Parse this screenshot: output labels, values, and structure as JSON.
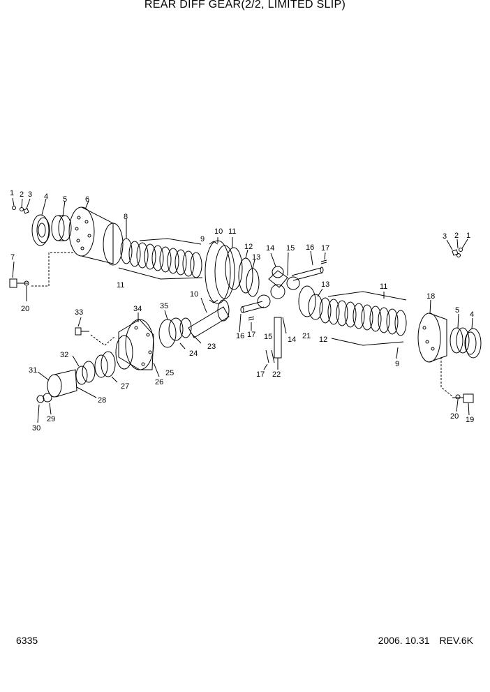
{
  "title": "REAR DIFF GEAR(2/2, LIMITED SLIP)",
  "page_number": "6335",
  "date": "2006. 10.31",
  "revision": "REV.6K",
  "callouts": [
    "1",
    "2",
    "3",
    "4",
    "5",
    "6",
    "8",
    "9",
    "10",
    "11",
    "11",
    "12",
    "13",
    "14",
    "15",
    "16",
    "17",
    "3",
    "2",
    "1",
    "11",
    "13",
    "7",
    "20",
    "33",
    "34",
    "35",
    "10",
    "18",
    "5",
    "4",
    "16",
    "17",
    "15",
    "21",
    "14",
    "12",
    "9",
    "23",
    "24",
    "25",
    "26",
    "27",
    "28",
    "32",
    "31",
    "29",
    "30",
    "17",
    "22",
    "20",
    "19"
  ]
}
